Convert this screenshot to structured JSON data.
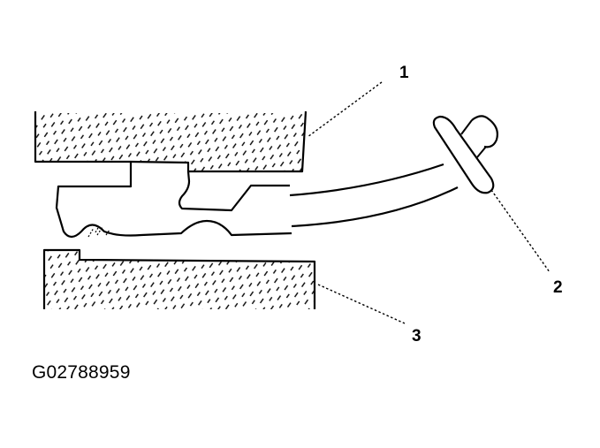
{
  "figure": {
    "callouts": [
      {
        "id": "1",
        "label": "1"
      },
      {
        "id": "2",
        "label": "2"
      },
      {
        "id": "3",
        "label": "3"
      }
    ],
    "figure_id": "G02788959"
  },
  "colors": {
    "line": "#000000",
    "background": "#ffffff"
  }
}
